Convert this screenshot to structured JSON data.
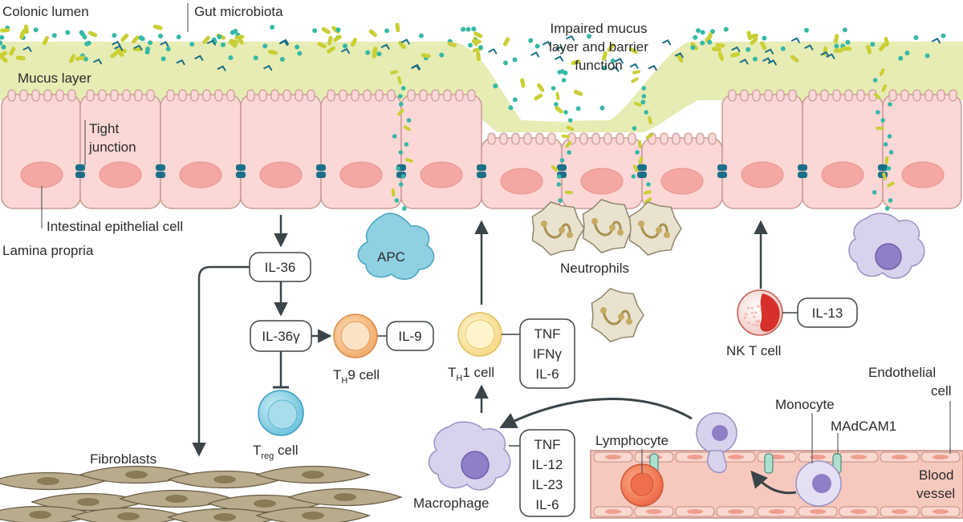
{
  "labels": {
    "colonic_lumen": "Colonic lumen",
    "gut_microbiota": "Gut microbiota",
    "impaired_1": "Impaired mucus",
    "impaired_2": "layer and barrier",
    "impaired_3": "function",
    "mucus_layer": "Mucus layer",
    "tight_1": "Tight",
    "tight_2": "junction",
    "iec": "Intestinal epithelial cell",
    "lamina_propria": "Lamina propria",
    "apc": "APC",
    "neutrophils": "Neutrophils",
    "fibroblasts": "Fibroblasts",
    "th9_T": "T",
    "th9_sub": "H",
    "th9_rest": "9 cell",
    "th1_T": "T",
    "th1_sub": "H",
    "th1_rest": "1 cell",
    "treg_T": "T",
    "treg_sub": "reg",
    "treg_rest": " cell",
    "nkt": "NK T cell",
    "macrophage": "Macrophage",
    "lymphocyte": "Lymphocyte",
    "monocyte": "Monocyte",
    "madcam": "MAdCAM1",
    "endothelial_1": "Endothelial",
    "endothelial_2": "cell",
    "blood_1": "Blood",
    "blood_2": "vessel"
  },
  "boxes": {
    "il36": "IL-36",
    "il36g": "IL-36γ",
    "il9": "IL-9",
    "il13": "IL-13",
    "th1_cytokines": [
      "TNF",
      "IFNγ",
      "IL-6"
    ],
    "mac_cytokines": [
      "TNF",
      "IL-12",
      "IL-23",
      "IL-6"
    ]
  },
  "colors": {
    "mucus": "#e6ecb3",
    "epithelium": "#fbd7d5",
    "epithelium_line": "#c99a98",
    "nucleus": "#f4a7a3",
    "tight_junction": "#1b6f88",
    "bacteria_dot": "#37b8a6",
    "bacteria_rod": "#c9cf35",
    "apc": "#8fd0e3",
    "neutrophil": "#e9e2cf",
    "macrophage": "#d8d2ec",
    "treg": "#8ed3e6",
    "th9": "#f8c48f",
    "th1": "#fbe7a4",
    "nkt": "#d7302c",
    "vessel": "#f7c8bd",
    "fibroblast": "#b9ac8c",
    "arrow": "#3b4448"
  }
}
